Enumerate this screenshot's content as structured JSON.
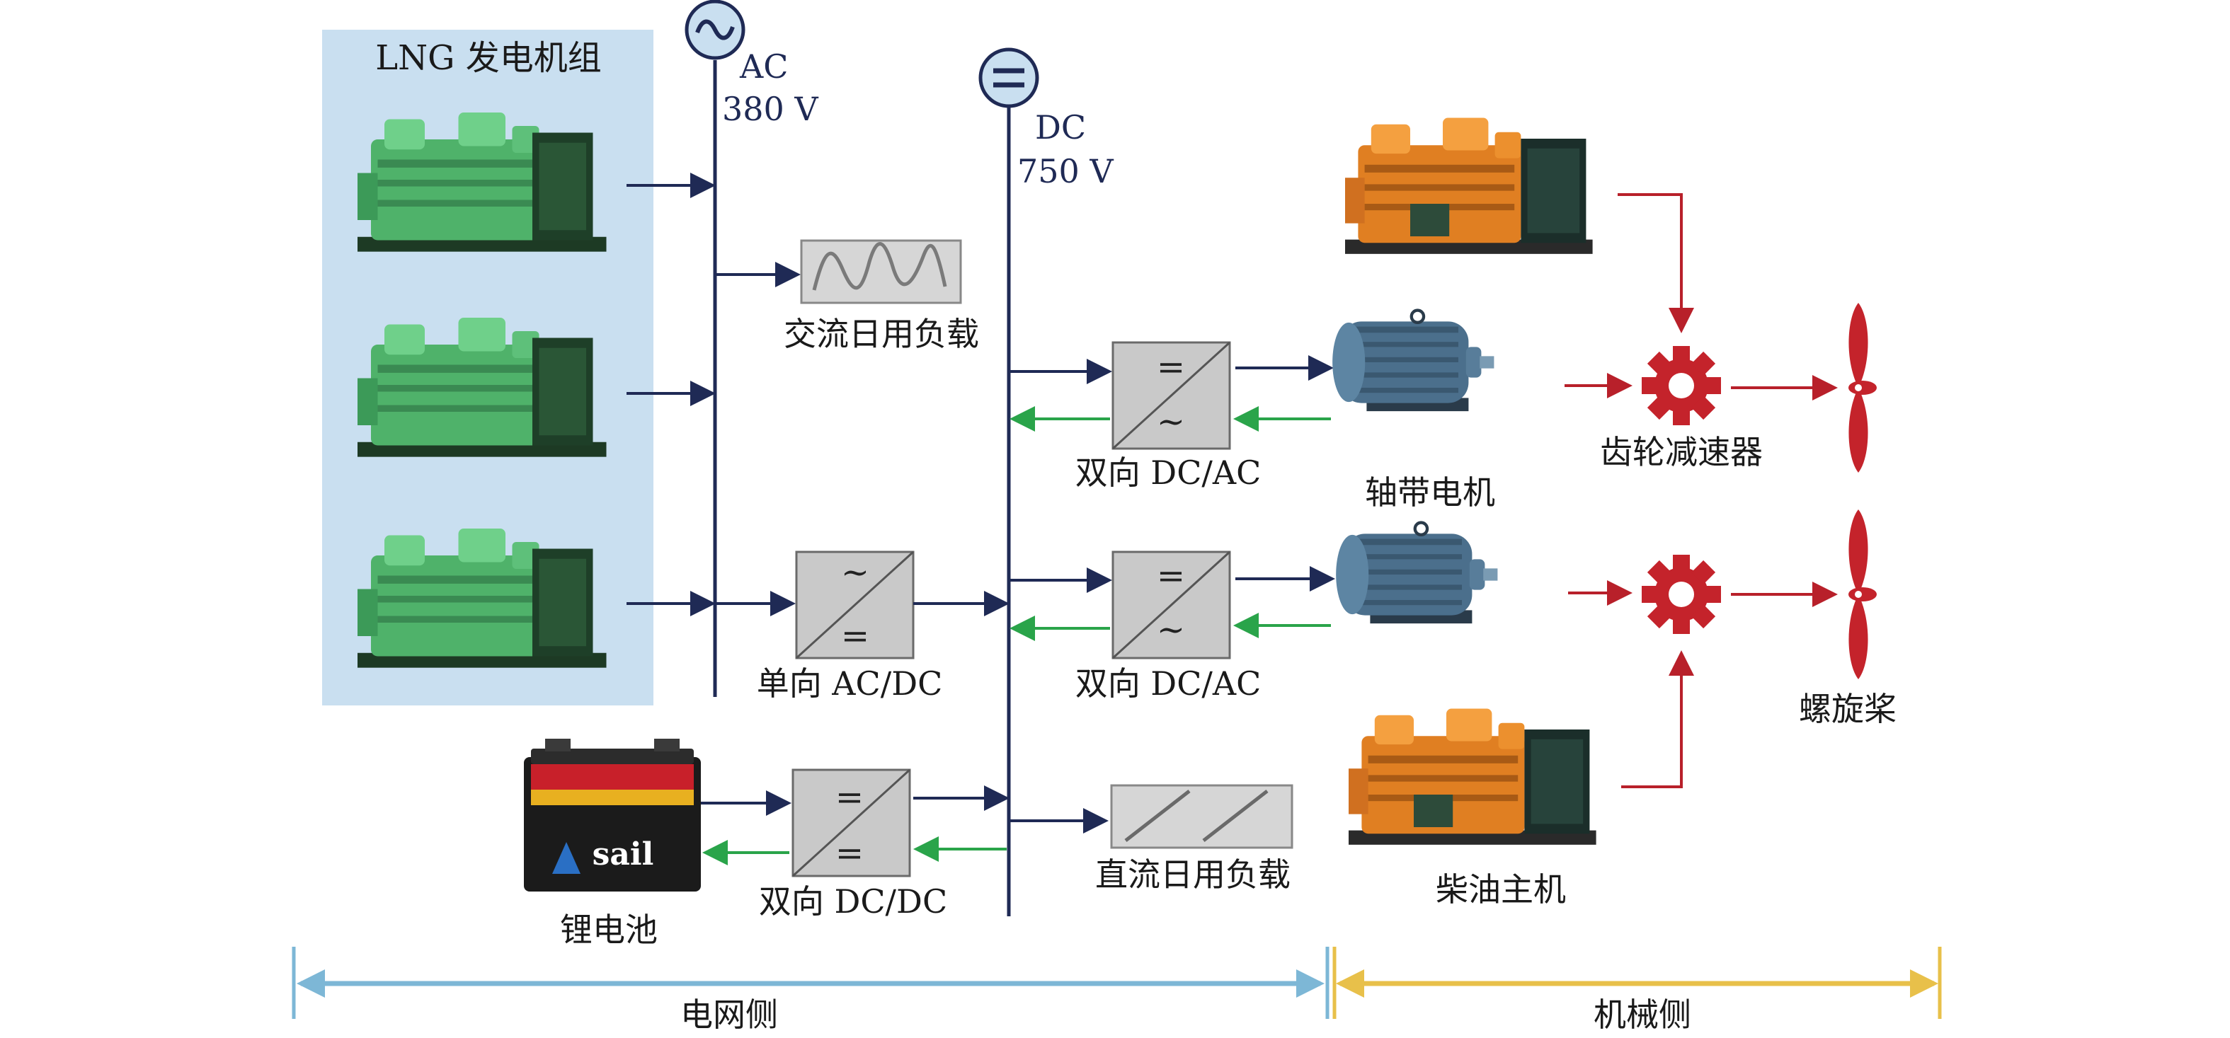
{
  "title": "",
  "labels": {
    "lng_group": "LNG 发电机组",
    "ac_bus_type": "AC",
    "ac_bus_voltage": "380 V",
    "dc_bus_type": "DC",
    "dc_bus_voltage": "750 V",
    "ac_daily_load": "交流日用负载",
    "dc_daily_load": "直流日用负载",
    "rectifier_unidirectional": "单向 AC/DC",
    "inverter_bidir_upper": "双向 DC/AC",
    "inverter_bidir_lower": "双向 DC/AC",
    "dcdc_bidir": "双向 DC/DC",
    "shaft_motor": "轴带电机",
    "gear_reducer": "齿轮减速器",
    "propeller": "螺旋桨",
    "diesel_main_engine": "柴油主机",
    "lithium_battery": "锂电池",
    "grid_side": "电网侧",
    "mechanical_side": "机械侧",
    "battery_brand": "sail"
  },
  "symbols": {
    "ac": "~",
    "dc": "="
  },
  "colors": {
    "lng_panel": "#c9dff0",
    "bus_line": "#1f2a55",
    "power_arrow": "#1f2a55",
    "charge_arrow": "#2aa44a",
    "mechanical_arrow": "#b8202a",
    "gear": "#c4232b",
    "propeller": "#c4232b",
    "grid_span": "#7db7d6",
    "mech_span": "#e8c04a",
    "converter_fill": "#c9c9c9",
    "genset_green": "#5ec07a",
    "engine_orange": "#e98a2a",
    "motor_blue": "#4b6f8c"
  },
  "icons": {
    "ac_bus": "sine-circle-icon",
    "dc_bus": "equals-circle-icon",
    "gear": "gear-icon",
    "propeller": "propeller-icon",
    "battery": "battery-icon",
    "genset": "generator-icon",
    "motor": "electric-motor-icon",
    "engine": "diesel-engine-icon"
  }
}
